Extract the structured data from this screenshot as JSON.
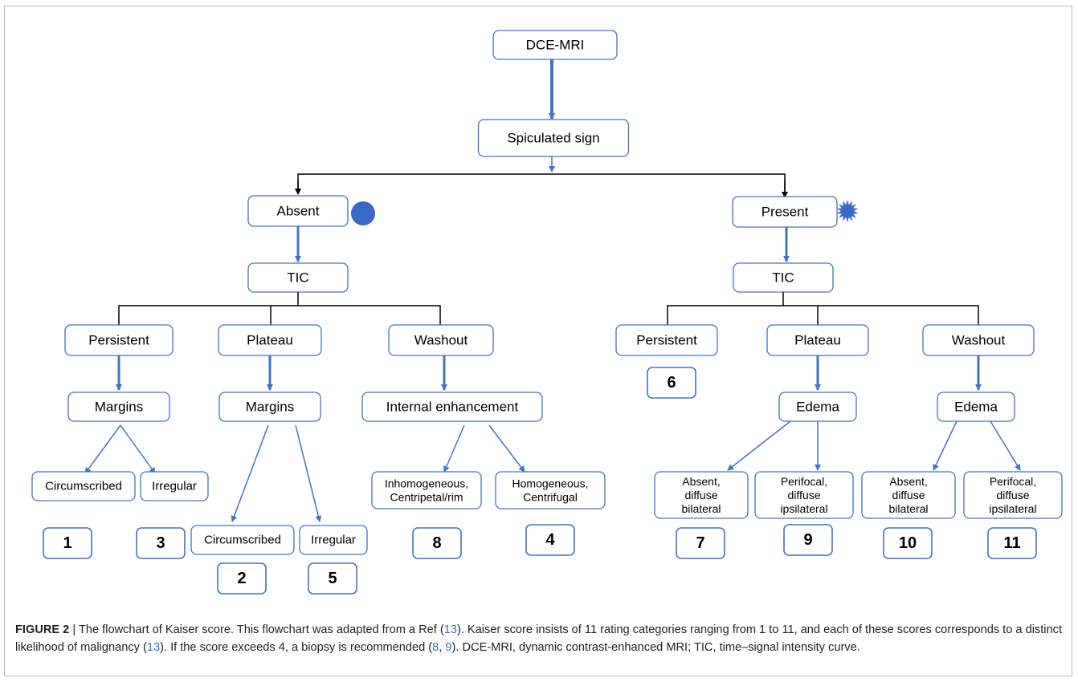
{
  "diagram": {
    "root": "DCE-MRI",
    "spiculated": "Spiculated sign",
    "absent": "Absent",
    "present": "Present",
    "tic": "TIC",
    "persistent": "Persistent",
    "plateau": "Plateau",
    "washout": "Washout",
    "margins": "Margins",
    "internal_enhancement": "Internal enhancement",
    "edema": "Edema",
    "circumscribed": "Circumscribed",
    "irregular": "Irregular",
    "inhomogeneous": [
      "Inhomogeneous,",
      "Centripetal/rim"
    ],
    "homogeneous": [
      "Homogeneous,",
      "Centrifugal"
    ],
    "absent_diffuse": [
      "Absent,",
      "diffuse",
      "bilateral"
    ],
    "perifocal_diffuse": [
      "Perifocal,",
      "diffuse",
      "ipsilateral"
    ],
    "scores": [
      "1",
      "2",
      "3",
      "4",
      "5",
      "6",
      "7",
      "8",
      "9",
      "10",
      "11"
    ]
  },
  "colors": {
    "arrow_blue": "#4472c4",
    "node_border": "#4472c4",
    "circle_fill": "#3a68c6",
    "star_fill": "#3a68c6",
    "connector": "#000000"
  },
  "icons": {
    "absent_marker": "filled-circle-icon",
    "present_marker": "spiky-star-icon"
  },
  "caption": {
    "label": "FIGURE 2",
    "sep": " | ",
    "t1": "The flowchart of Kaiser score. This flowchart was adapted from a Ref (",
    "r1": "13",
    "t2": "). Kaiser score insists of 11 rating categories ranging from 1 to 11, and each of these scores corresponds to a distinct likelihood of malignancy (",
    "r2": "13",
    "t3": "). If the score exceeds 4, a biopsy is recommended (",
    "r3": "8",
    "t4": ", ",
    "r4": "9",
    "t5": "). DCE-MRI, dynamic contrast-enhanced MRI; TIC, time–signal intensity curve."
  }
}
